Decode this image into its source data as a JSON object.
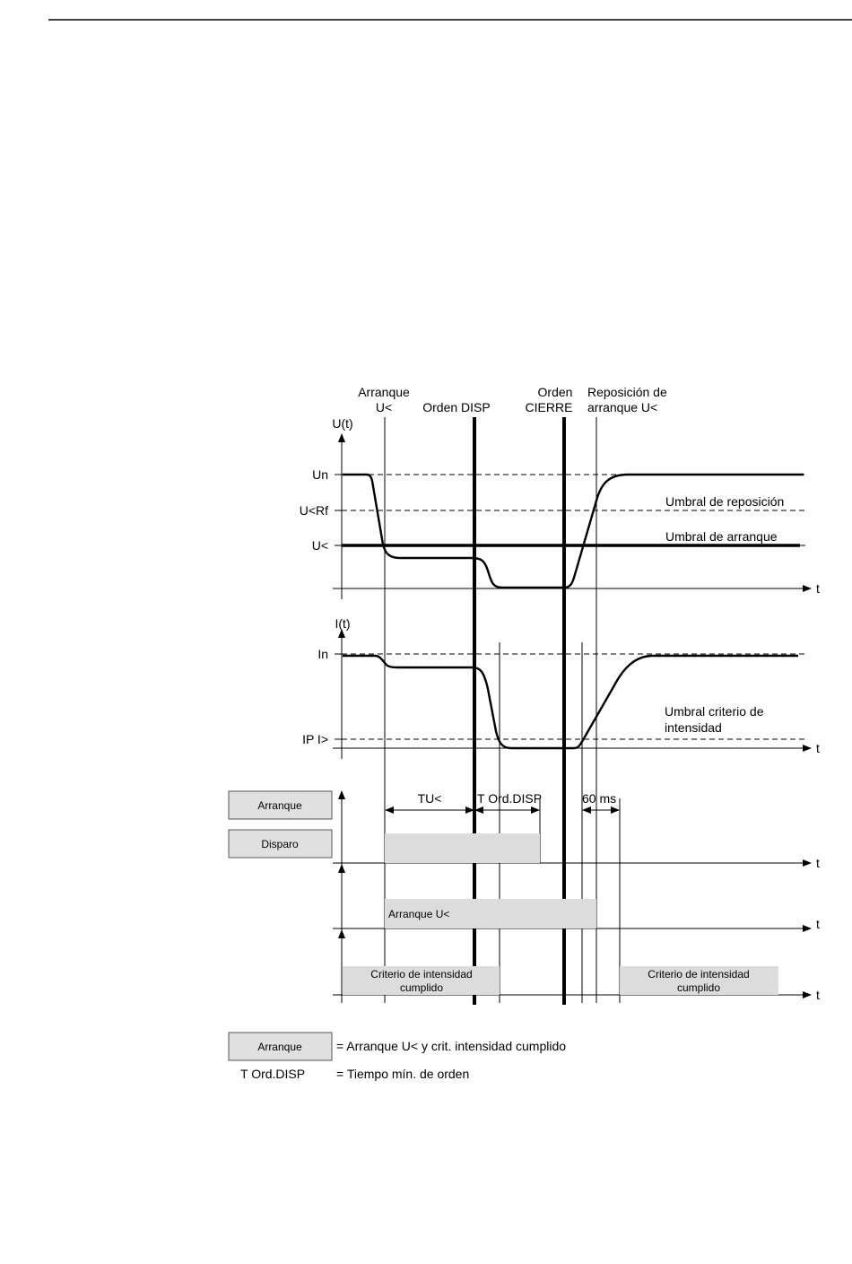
{
  "markers": {
    "pickup": [
      "Arranque",
      "U<"
    ],
    "trip_order": "Orden DISP",
    "close_order": [
      "Orden",
      "CIERRE"
    ],
    "reset": [
      "Reposición de",
      "arranque U<"
    ]
  },
  "voltage_plot": {
    "y_label": "U(t)",
    "x_label": "t",
    "levels": [
      "Un",
      "U<Rf",
      "U<"
    ],
    "reset_threshold": "Umbral de reposición",
    "pickup_threshold": "Umbral de arranque"
  },
  "current_plot": {
    "y_label": "I(t)",
    "x_label": "t",
    "levels": [
      "In",
      "IP I>"
    ],
    "threshold": [
      "Umbral criterio de",
      "intensidad"
    ]
  },
  "signals": {
    "pickup_box": "Arranque",
    "trip_box": "Disparo",
    "tu_label": "TU<",
    "t_ord_label": "T Ord.DISP",
    "ms_label": "60 ms",
    "pickup_signal": "Arranque U<",
    "criterion_met": [
      "Criterio de intensidad",
      "cumplido"
    ],
    "t_label": "t"
  },
  "legend": {
    "box": "Arranque",
    "box_text": "= Arranque U< y crit. intensidad cumplido",
    "term": "T Ord.DISP",
    "term_text": "= Tiempo mín. de orden"
  }
}
